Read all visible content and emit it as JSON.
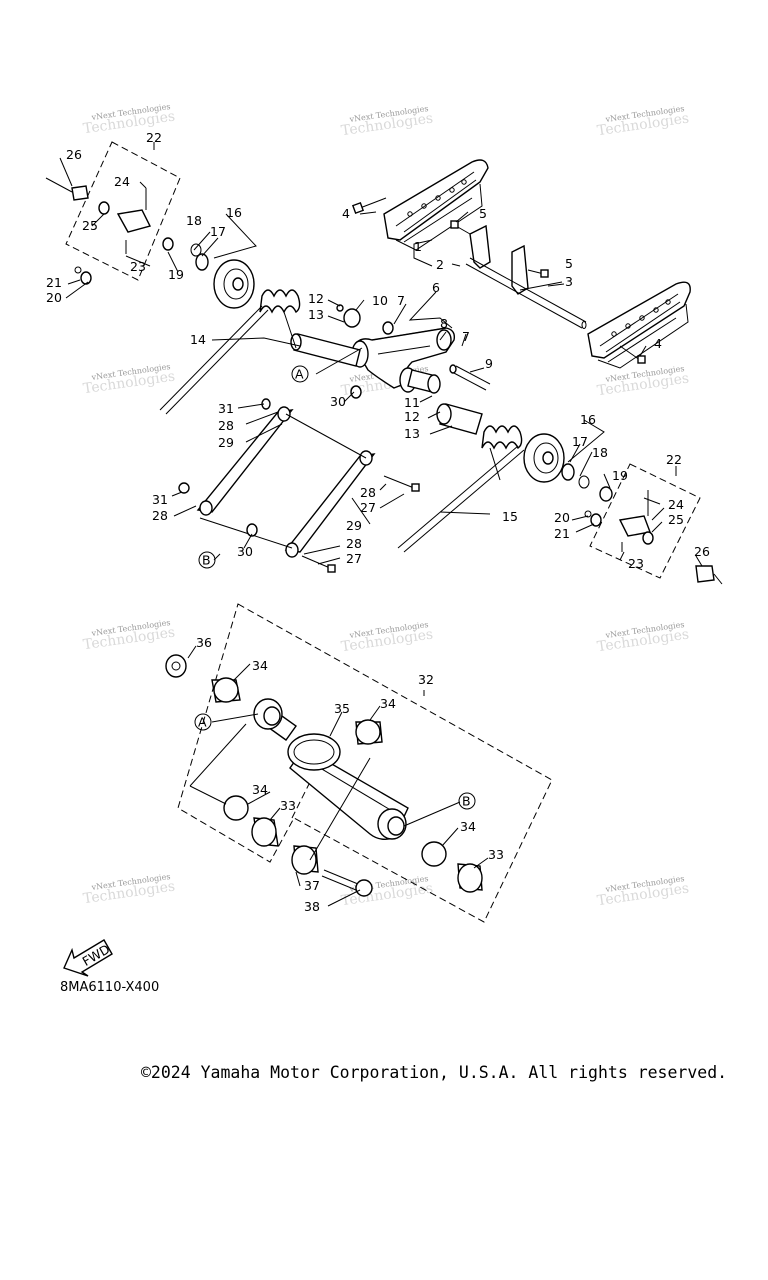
{
  "callouts": [
    "1",
    "2",
    "3",
    "4",
    "5",
    "6",
    "7",
    "8",
    "9",
    "10",
    "11",
    "12",
    "13",
    "14",
    "15",
    "16",
    "17",
    "18",
    "19",
    "20",
    "21",
    "22",
    "23",
    "24",
    "25",
    "26",
    "27",
    "28",
    "29",
    "30",
    "31",
    "32",
    "33",
    "34",
    "35",
    "36",
    "37",
    "38"
  ],
  "ref_markers": [
    "A",
    "B"
  ],
  "watermark": {
    "line1": "vNext Technologies",
    "line2": "Technologies"
  },
  "fwd_arrow_label": "FWD",
  "part_code": "8MA6110-X400",
  "copyright": "©2024 Yamaha Motor Corporation, U.S.A. All rights reserved."
}
